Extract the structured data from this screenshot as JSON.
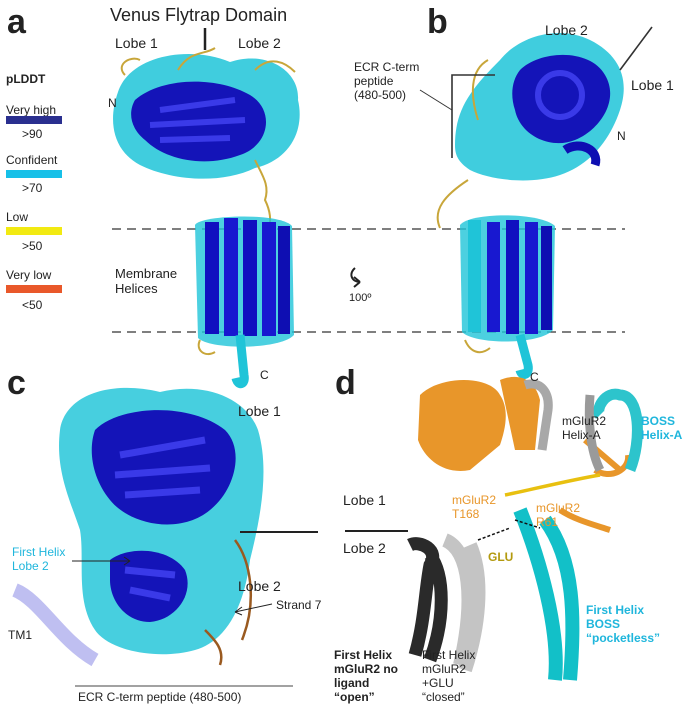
{
  "colors": {
    "very_high": "#2a2f8f",
    "confident": "#17c0e8",
    "low": "#f2ea12",
    "very_low": "#e9582a"
  },
  "panels": {
    "a": {
      "label": "a",
      "title": "Venus Flytrap Domain",
      "lobe1": "Lobe 1",
      "lobe2": "Lobe 2",
      "n_term": "N",
      "c_term": "C",
      "membrane_label": "Membrane Helices",
      "rotation_label": "100º"
    },
    "b": {
      "label": "b",
      "lobe2": "Lobe 2",
      "lobe1": "Lobe 1",
      "ecr_label": "ECR C-term peptide (480-500)",
      "n_term": "N",
      "c_term": "C"
    },
    "c": {
      "label": "c",
      "lobe1": "Lobe 1",
      "lobe2": "Lobe 2",
      "first_helix": "First Helix Lobe 2",
      "strand7": "Strand 7",
      "tm1": "TM1",
      "ecr_label": "ECR C-term peptide (480-500)"
    },
    "d": {
      "label": "d",
      "lobe1": "Lobe 1",
      "lobe2": "Lobe 2",
      "mglur2_helixA": "mGluR2 Helix-A",
      "boss_helixA": "BOSS Helix-A",
      "t168": "mGluR2 T168",
      "r61": "mGluR2 R61",
      "glu": "GLU",
      "first_helix_boss": "First Helix BOSS “pocketless”",
      "first_helix_open": "First Helix mGluR2 no ligand “open”",
      "first_helix_closed": "First Helix mGluR2 +GLU “closed”"
    }
  },
  "legend": {
    "title": "pLDDT",
    "items": [
      {
        "label": "Very high",
        "threshold": ">90"
      },
      {
        "label": "Confident",
        "threshold": ">70"
      },
      {
        "label": "Low",
        "threshold": ">50"
      },
      {
        "label": "Very low",
        "threshold": "<50"
      }
    ]
  }
}
